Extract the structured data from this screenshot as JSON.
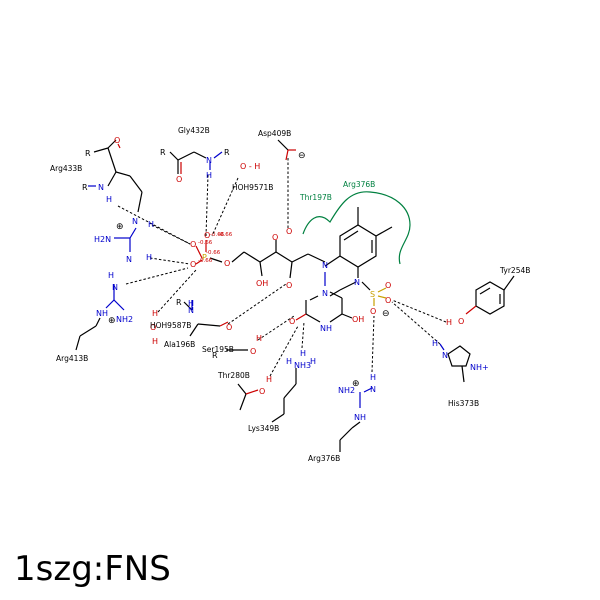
{
  "title": "1szg:FNS",
  "colors": {
    "carbon": "#000000",
    "nitrogen": "#0000cc",
    "oxygen": "#cc0000",
    "sulfur": "#c8a000",
    "hydrophobic": "#008040"
  },
  "residues": {
    "gly432": "Gly432B",
    "asp409": "Asp409B",
    "arg433": "Arg433B",
    "hoh9571": "HOH9571B",
    "thr197": "Thr197B",
    "arg376_top": "Arg376B",
    "tyr254": "Tyr254B",
    "arg413": "Arg413B",
    "hoh9587": "HOH9587B",
    "ala196": "Ala196B",
    "ser195": "Ser195B",
    "thr280": "Thr280B",
    "his373": "His373B",
    "lys349": "Lys349B",
    "arg376_bottom": "Arg376B"
  },
  "charges": {
    "p1": "-0.66",
    "p2": "-0.66",
    "p3": "-0.66",
    "p4": "-0.66",
    "p5": "-0.66"
  },
  "atoms": {
    "R": "R",
    "N": "N",
    "NH": "NH",
    "H2N": "H2N",
    "H": "H",
    "O": "O",
    "OH": "OH",
    "HO": "HO",
    "S": "S",
    "P": "P",
    "NH2": "NH2",
    "NH3": "NH3",
    "NHplus": "NH+",
    "Hdot": "H",
    "Oh": "O - H"
  },
  "symbols": {
    "plus": "⊕",
    "minus": "⊖"
  }
}
